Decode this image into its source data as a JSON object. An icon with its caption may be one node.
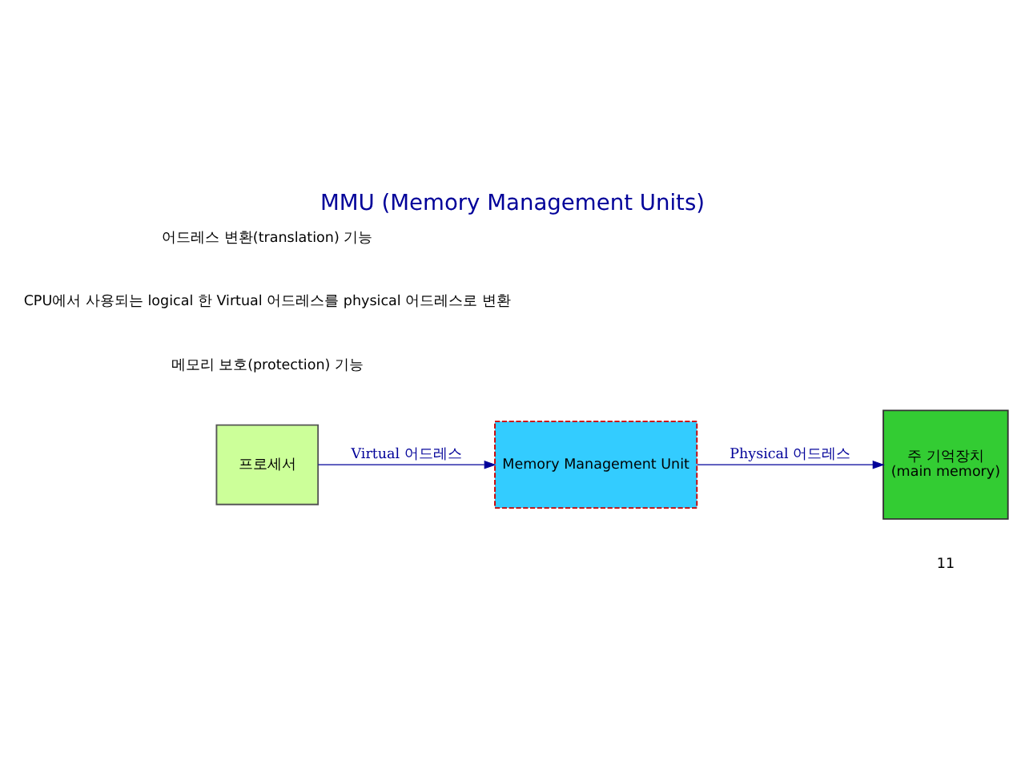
{
  "diagram": {
    "title": "MMU (Memory Management Units)",
    "nodes": [
      {
        "text": [
          "프로세서"
        ]
      },
      {
        "text": [
          "Memory Management Unit"
        ]
      },
      {
        "text": [
          "주 기억장치",
          "(main memory)"
        ]
      }
    ],
    "edges": [
      {
        "from": 0,
        "to": 1,
        "arrow": "to",
        "label": "Virtual 어드레스"
      },
      {
        "from": 1,
        "to": 2,
        "arrow": "to",
        "label": "Physical 어드레스"
      }
    ],
    "labels": [
      "어드레스 변환(translation) 기능",
      "CPU에서 사용되는 logical 한 Virtual 어드레스를 physical 어드레스로 변환",
      "메모리 보호(protection) 기능",
      "11"
    ]
  }
}
